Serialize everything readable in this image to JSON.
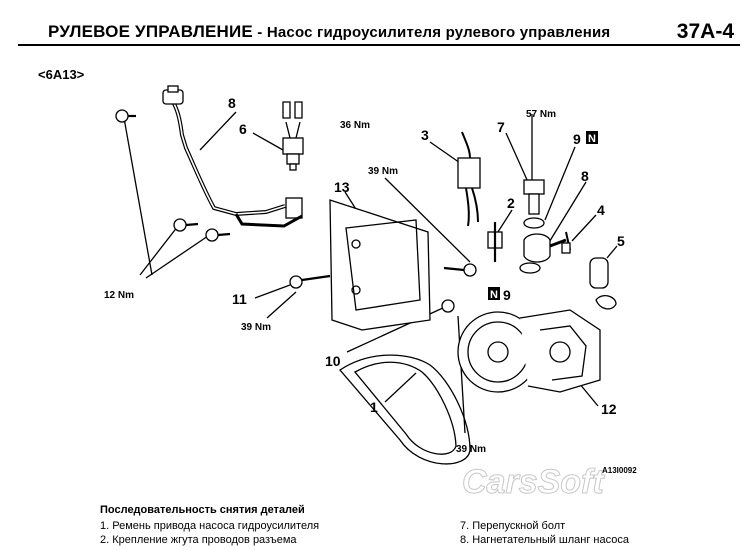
{
  "header": {
    "title": "РУЛЕВОЕ УПРАВЛЕНИЕ",
    "subtitle": " - Насос гидроусилителя рулевого управления",
    "page": "37A-4"
  },
  "engine_code": "<6A13>",
  "callouts": {
    "n1": "1",
    "n2": "2",
    "n3": "3",
    "n4": "4",
    "n5": "5",
    "n6": "6",
    "n7": "7",
    "n8_top": "8",
    "n8_right": "8",
    "n9_top": "9",
    "n9_mid": "9",
    "n10": "10",
    "n11": "11",
    "n12_bottom": "12",
    "n13": "13",
    "n_badge": "N"
  },
  "torques": {
    "t57": "57 Nm",
    "t36": "36 Nm",
    "t39_top": "39 Nm",
    "t12": "12 Nm",
    "t39_left": "39 Nm",
    "t39_bottom": "39 Nm"
  },
  "diagram_code": "A13I0092",
  "watermark": "CarsSoft",
  "removal_sequence": {
    "title": "Последовательность снятия деталей",
    "left": [
      "1. Ремень привода насоса гидроусилителя",
      "2. Крепление жгута проводов разъема"
    ],
    "right": [
      "7. Перепускной болт",
      "8. Нагнетательный шланг насоса"
    ]
  }
}
